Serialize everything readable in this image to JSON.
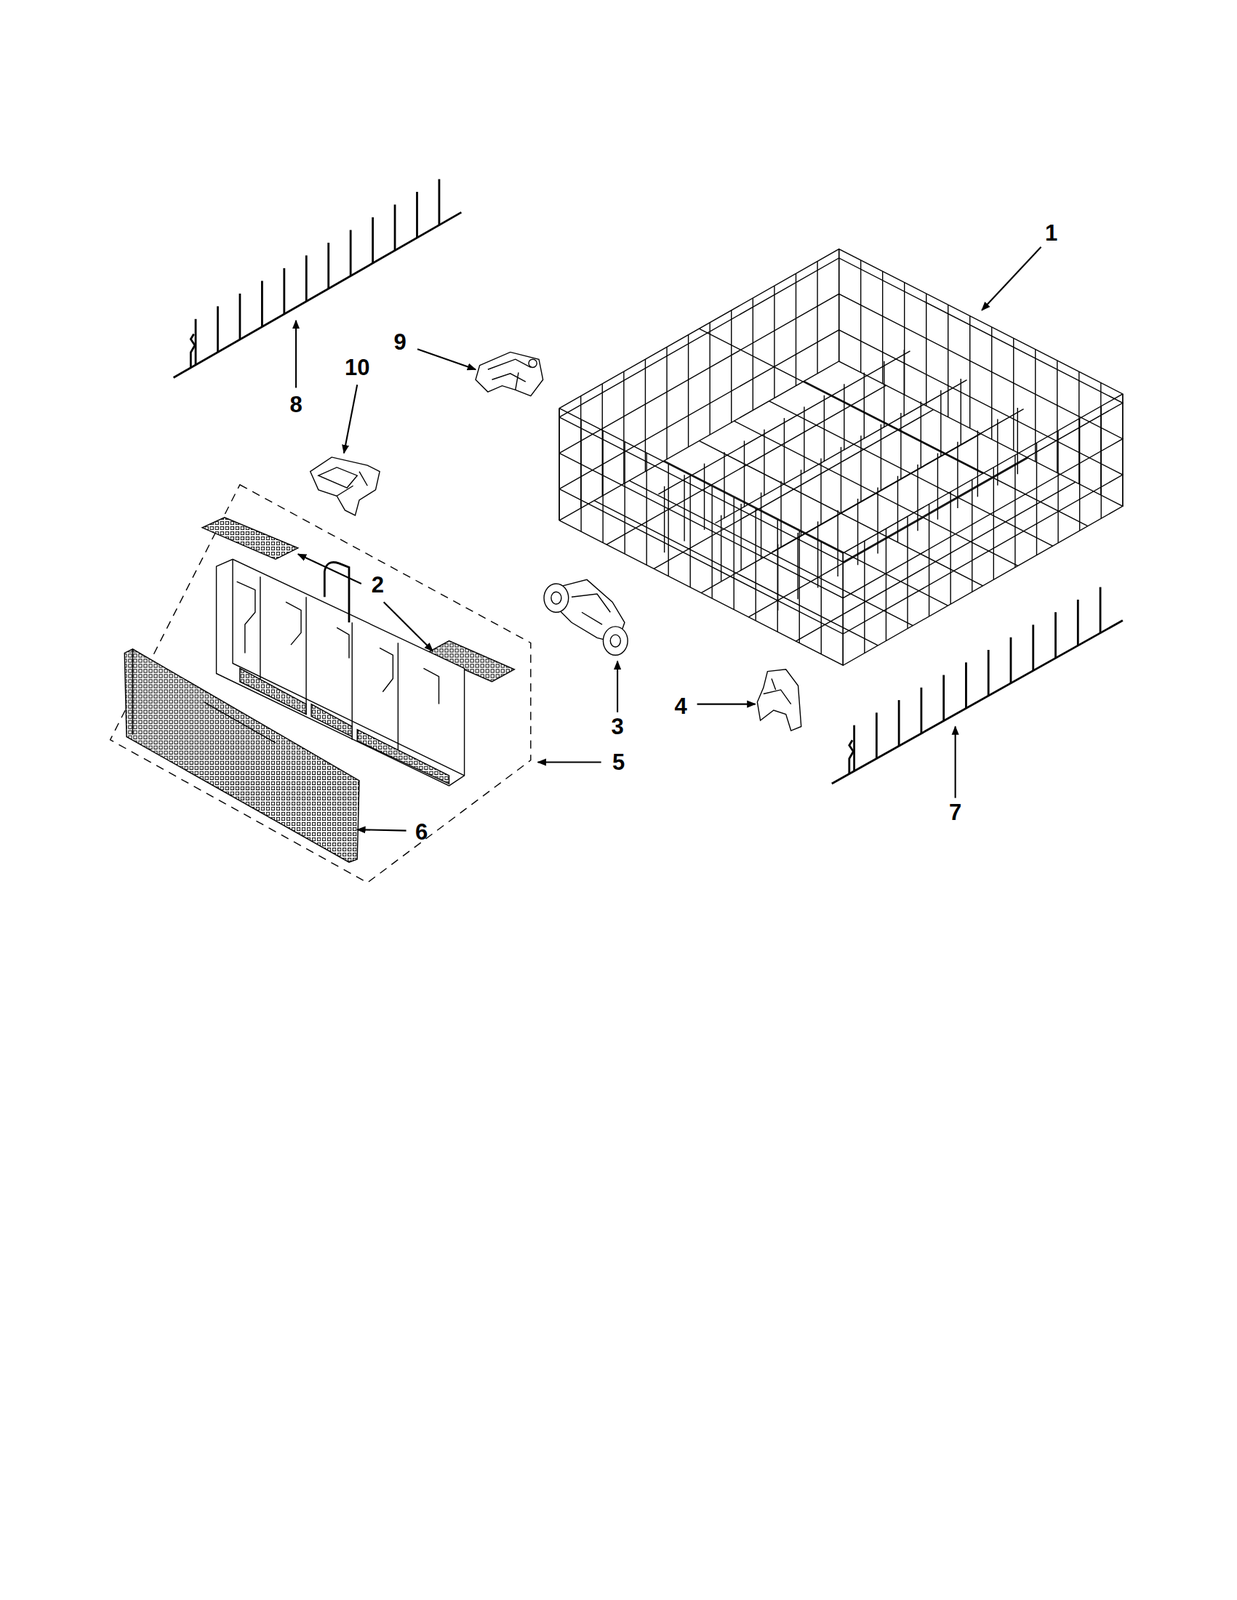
{
  "diagram": {
    "labels": [
      "1",
      "9",
      "10",
      "8",
      "2",
      "4",
      "3",
      "5",
      "7",
      "6"
    ]
  }
}
